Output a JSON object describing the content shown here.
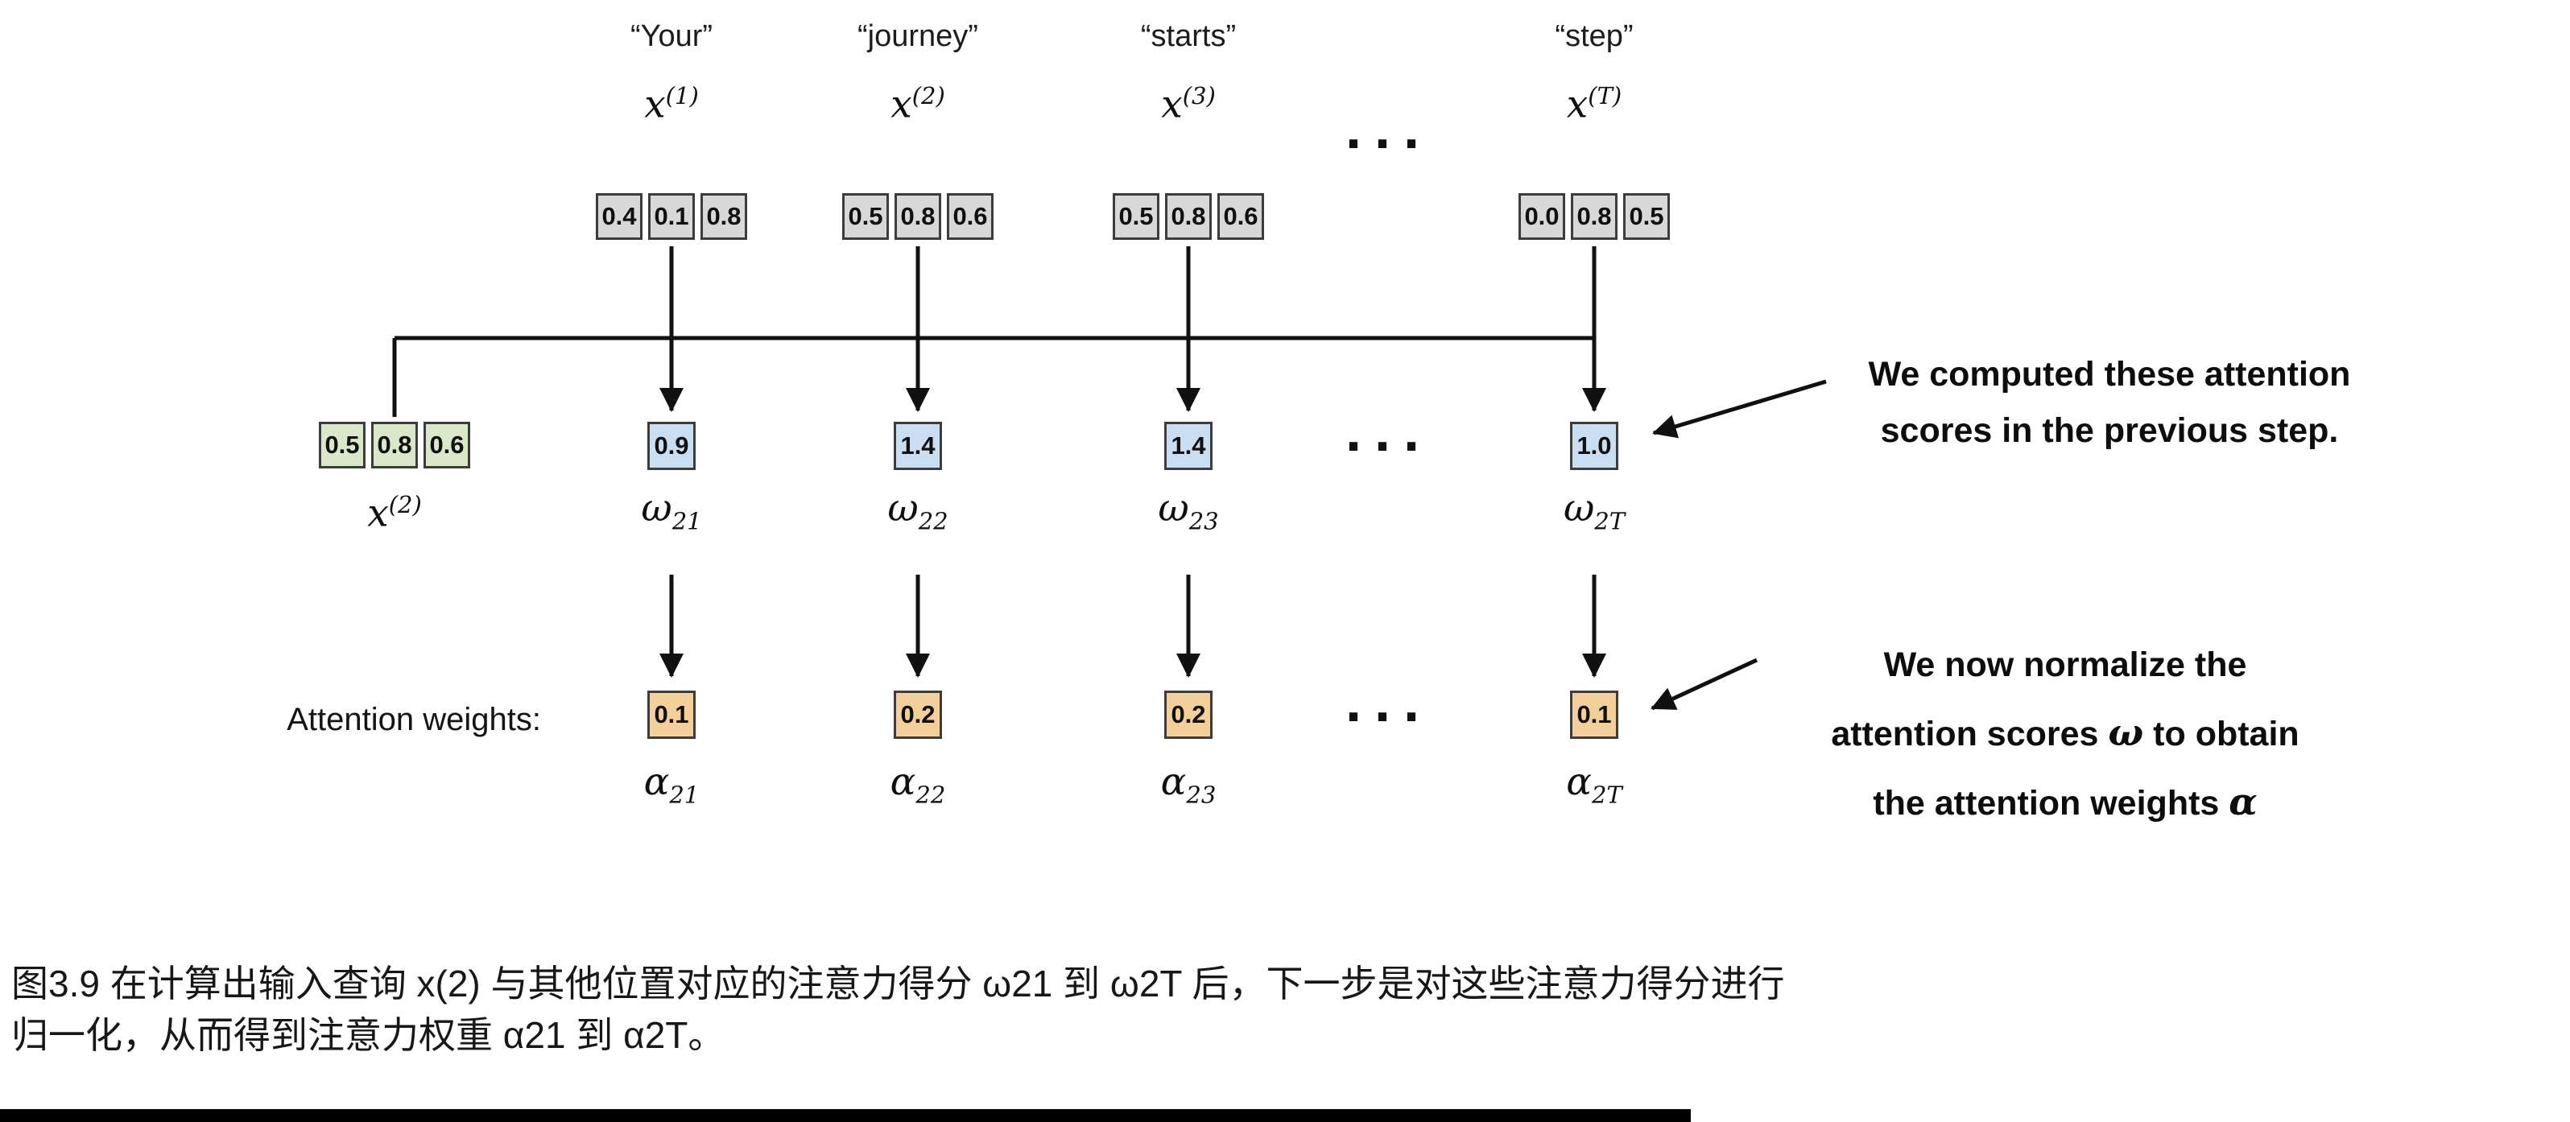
{
  "colors": {
    "background": "#ffffff",
    "vector_fill": "#d8d8d8",
    "query_fill": "#dbe7c9",
    "score_fill": "#c9def1",
    "weight_fill": "#f2cf9b",
    "box_border": "#3c3c3c",
    "line": "#111111",
    "text": "#111111"
  },
  "ellipsis": "...",
  "tokens": [
    {
      "word": "“Your”",
      "var": "x",
      "sup": "(1)",
      "vector": [
        "0.4",
        "0.1",
        "0.8"
      ]
    },
    {
      "word": "“journey”",
      "var": "x",
      "sup": "(2)",
      "vector": [
        "0.5",
        "0.8",
        "0.6"
      ]
    },
    {
      "word": "“starts”",
      "var": "x",
      "sup": "(3)",
      "vector": [
        "0.5",
        "0.8",
        "0.6"
      ]
    },
    {
      "word": "“step”",
      "var": "x",
      "sup": "(T)",
      "vector": [
        "0.0",
        "0.8",
        "0.5"
      ]
    }
  ],
  "query": {
    "var": "x",
    "sup": "(2)",
    "vector": [
      "0.5",
      "0.8",
      "0.6"
    ]
  },
  "scores": [
    {
      "value": "0.9",
      "var": "ω",
      "sub": "21"
    },
    {
      "value": "1.4",
      "var": "ω",
      "sub": "22"
    },
    {
      "value": "1.4",
      "var": "ω",
      "sub": "23"
    },
    {
      "value": "1.0",
      "var": "ω",
      "sub": "2T"
    }
  ],
  "weights_row_label": "Attention weights:",
  "weights": [
    {
      "value": "0.1",
      "var": "α",
      "sub": "21"
    },
    {
      "value": "0.2",
      "var": "α",
      "sub": "22"
    },
    {
      "value": "0.2",
      "var": "α",
      "sub": "23"
    },
    {
      "value": "0.1",
      "var": "α",
      "sub": "2T"
    }
  ],
  "annotations": {
    "computed": {
      "line1": "We computed these attention",
      "line2": "scores in the previous step."
    },
    "normalize": {
      "line1": "We now normalize the",
      "line2_pre": "attention scores ",
      "line2_sym": "ω",
      "line2_post": " to obtain",
      "line3_pre": "the attention weights ",
      "line3_sym": "α"
    }
  },
  "caption": {
    "line1": "图3.9 在计算出输入查询 x(2) 与其他位置对应的注意力得分 ω21 到 ω2T 后，下一步是对这些注意力得分进行",
    "line2": "归一化，从而得到注意力权重 α21 到 α2T。"
  }
}
